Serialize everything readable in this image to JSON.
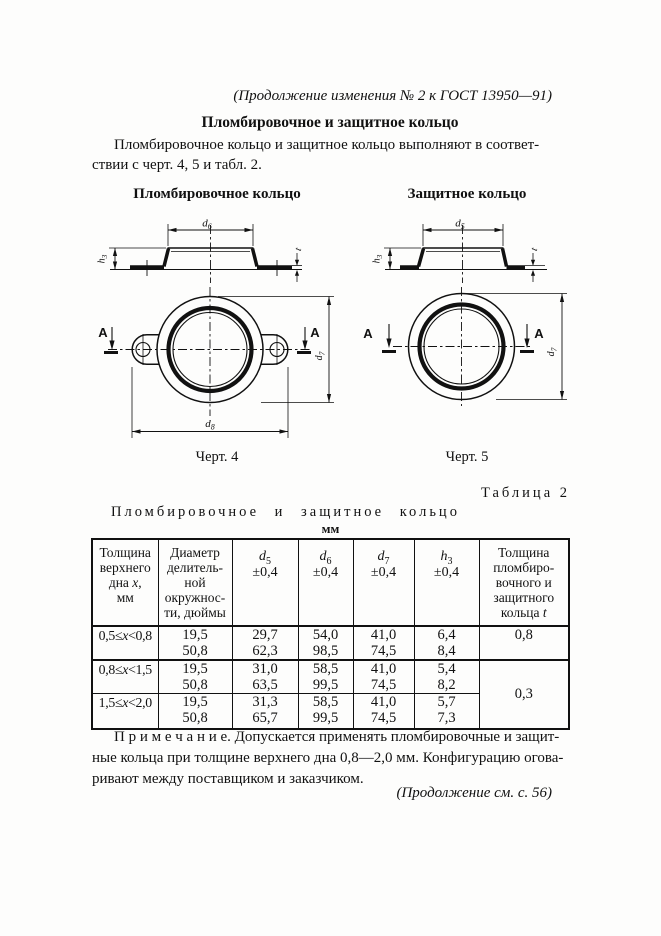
{
  "page": {
    "continuation_header": "(Продолжение изменения № 2 к ГОСТ 13950—91)",
    "title": "Пломбировочное и защитное кольцо",
    "intro_line1": "Пломбировочное кольцо и защитное кольцо выполняют в соответ-",
    "intro_line2": "ствии с черт. 4, 5 и табл. 2.",
    "footer": "(Продолжение см. с. 56)"
  },
  "figures": {
    "left_title": "Пломбировочное кольцо",
    "right_title": "Защитное кольцо",
    "left_caption": "Черт. 4",
    "right_caption": "Черт. 5",
    "labels": {
      "d": "d",
      "h": "h",
      "t": "t",
      "A": "A",
      "sub3": "3",
      "sub5": "5",
      "sub6": "6",
      "sub7": "7",
      "sub8": "8"
    }
  },
  "table": {
    "label": "Таблица 2",
    "title": "Пломбировочное и защитное кольцо",
    "units": "мм",
    "col1_header": {
      "part1": "Толщина\nверхнего\nдна ",
      "var": "x",
      "part2": ",\nмм"
    },
    "col2_header": "Диаметр\nделитель-\nной\nокружнос-\nти, дюймы",
    "dim_headers": [
      {
        "sym": "d",
        "sub": "5",
        "tol": "±0,4"
      },
      {
        "sym": "d",
        "sub": "6",
        "tol": "±0,4"
      },
      {
        "sym": "d",
        "sub": "7",
        "tol": "±0,4"
      },
      {
        "sym": "h",
        "sub": "3",
        "tol": "±0,4"
      }
    ],
    "col7_header": {
      "part1": "Толщина\nпломбиро-\nвочного и\nзащитного\nкольца ",
      "var": "t"
    },
    "rows": [
      {
        "cond_pre": "0,5≤",
        "cond_var": "x",
        "cond_post": "<0,8",
        "diam": "19,5\n50,8",
        "d5": "29,7\n62,3",
        "d6": "54,0\n98,5",
        "d7": "41,0\n74,5",
        "h3": "6,4\n8,4",
        "t": "0,8"
      },
      {
        "cond_pre": "0,8≤",
        "cond_var": "x",
        "cond_post": "<1,5",
        "diam": "19,5\n50,8",
        "d5": "31,0\n63,5",
        "d6": "58,5\n99,5",
        "d7": "41,0\n74,5",
        "h3": "5,4\n8,2",
        "t": "0,3"
      },
      {
        "cond_pre": "1,5≤",
        "cond_var": "x",
        "cond_post": "<2,0",
        "diam": "19,5\n50,8",
        "d5": "31,3\n65,7",
        "d6": "58,5\n99,5",
        "d7": "41,0\n74,5",
        "h3": "5,7\n7,3"
      }
    ]
  },
  "note": {
    "line1": "П р и м е ч а н и е. Допускается применять пломбировочные и защит-",
    "line2": "ные кольца при толщине верхнего дна 0,8—2,0 мм. Конфигурацию огова-",
    "line3": "ривают между поставщиком и заказчиком."
  }
}
